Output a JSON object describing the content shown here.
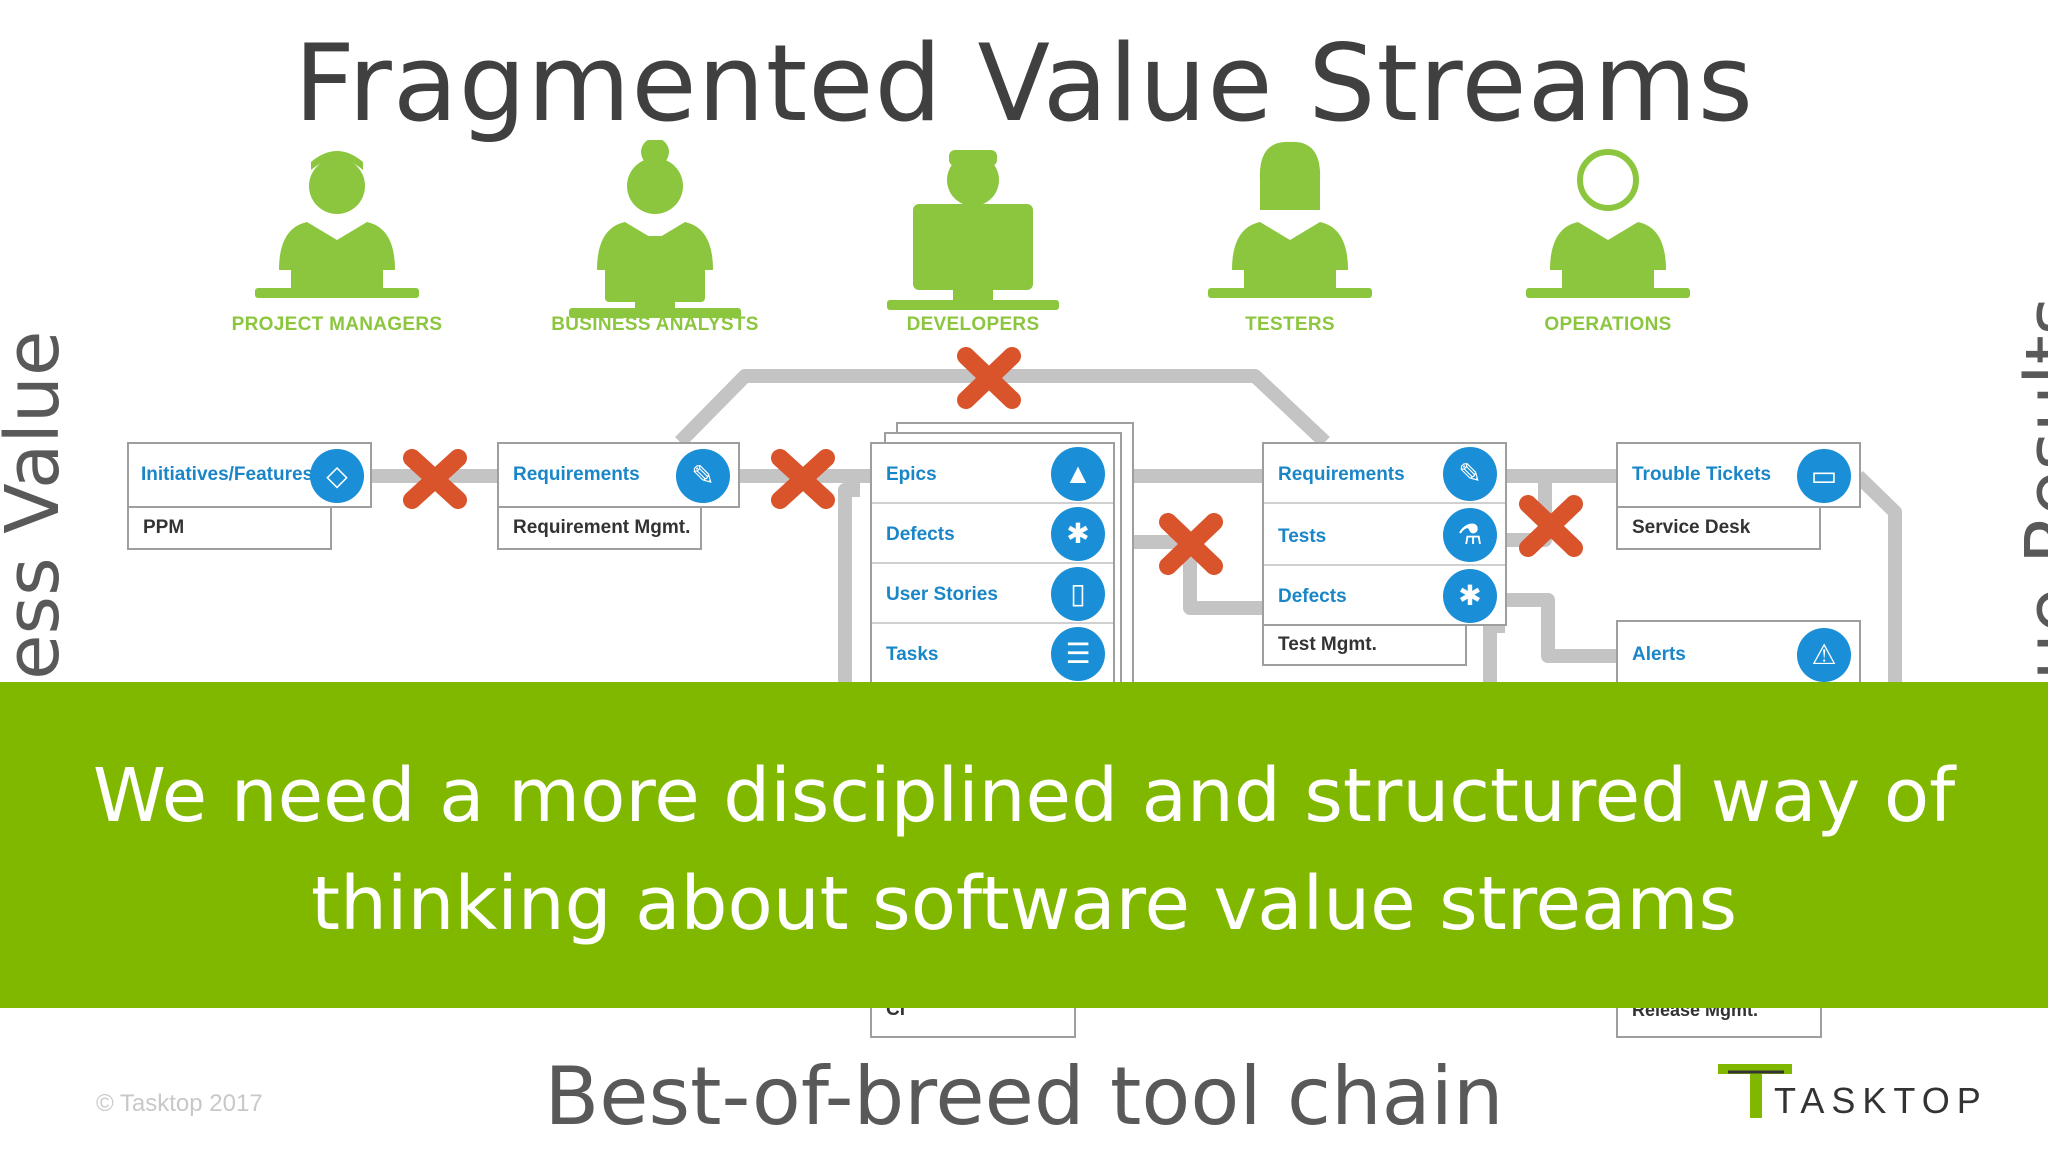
{
  "title": "Fragmented Value Streams",
  "footer_title": "Best-of-breed tool chain",
  "side_left": "ess Value",
  "side_right": "ue Results",
  "roles": [
    {
      "label": "PROJECT MANAGERS"
    },
    {
      "label": "BUSINESS ANALYSTS"
    },
    {
      "label": "DEVELOPERS"
    },
    {
      "label": "TESTERS"
    },
    {
      "label": "OPERATIONS"
    }
  ],
  "cards": {
    "ppm": {
      "rows": [
        "Initiatives/Features"
      ],
      "sub": "PPM"
    },
    "requirements_mgmt": {
      "rows": [
        "Requirements"
      ],
      "sub": "Requirement Mgmt."
    },
    "dev": {
      "rows": [
        "Epics",
        "Defects",
        "User Stories",
        "Tasks"
      ]
    },
    "test": {
      "rows": [
        "Requirements",
        "Tests",
        "Defects"
      ],
      "sub": "Test Mgmt."
    },
    "service": {
      "rows": [
        "Trouble Tickets"
      ],
      "sub": "Service Desk"
    },
    "alerts": {
      "rows": [
        "Alerts"
      ]
    },
    "ci": {
      "sub": "CI"
    },
    "release": {
      "sub": "Release Mgmt."
    }
  },
  "banner": {
    "line1": "We need a more disciplined and structured way of",
    "line2": "thinking about software value streams"
  },
  "copyright": "© Tasktop 2017",
  "logo_text": "TASKTOP",
  "colors": {
    "green": "#80b800",
    "role_green": "#8cc63f",
    "blue": "#1a8ed6",
    "red": "#d9532b",
    "connector": "#c4c4c4"
  }
}
